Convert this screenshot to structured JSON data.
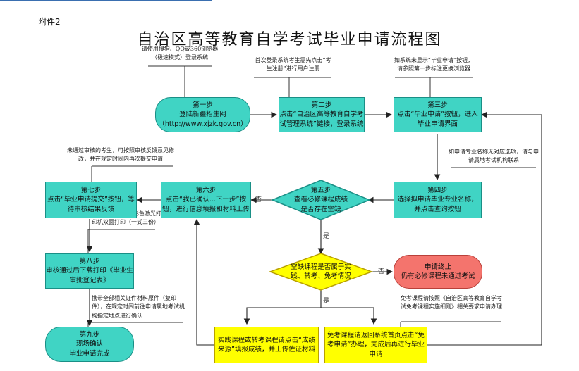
{
  "attachment_label": "附件2",
  "title": "自治区高等教育自学考试毕业申请流程图",
  "steps": {
    "step1": {
      "name": "第一步",
      "text": "登陆新疆招生网",
      "url": "（http://www.xjzk.gov.cn）"
    },
    "step2": {
      "name": "第二步",
      "text": "点击“自治区高等教育自学考试管理系统”链接，登录系统"
    },
    "step3": {
      "name": "第三步",
      "text": "点击“毕业申请”按钮，进入毕业申请界面"
    },
    "step4": {
      "name": "第四步",
      "text": "选择拟申请毕业专业名称，并点击查询按钮"
    },
    "step5": {
      "name": "第五步",
      "text": "查看必修课程成绩是否存在空缺"
    },
    "step6": {
      "name": "第六步",
      "text": "点击“我已确认...下一步”按钮，进行信息填报和材料上传"
    },
    "step7": {
      "name": "第七步",
      "text": "点击“毕业申请提交”按钮，等待审核结果反馈"
    },
    "step8": {
      "name": "第八步",
      "text": "审核通过后下载打印《毕业生审批登记表》"
    },
    "step9": {
      "name": "第九步",
      "text": "现场确认",
      "text2": "毕业申请完成"
    }
  },
  "decision2": {
    "text": "空缺课程是否属于实践、转考、免考情况"
  },
  "terminate": {
    "text": "申请终止",
    "text2": "仍有必修课程未通过考试"
  },
  "yellow_left": {
    "text": "实践课程或转考课程请点击“成绩来源”填报成绩，并上传佐证材料"
  },
  "yellow_right": {
    "text": "免考课程请返回系统首页点击“免考申请”办理，完成后再进行毕业申请"
  },
  "notes": {
    "n1": "请使用搜狗、QQ或360浏览器（极速模式）登录系统",
    "n2": "首次登录系统考生需先点击“考生注册”进行用户注册",
    "n3": "如系统未显示“毕业申请”按钮，请参照第一步标注更换浏览器",
    "n4": "如申请专业名称无对应选项，请与申请属地考试机构联系",
    "n5": "未通过审核的考生，可按照审核反馈意见修改，并在规定时间内再次提交申请",
    "n6": "必须使用A3幅面彩色激光打印机双面打印（一式三份）",
    "n7": "携带全部相关证件材料原件（复印件），在规定时间前往申请属地考试机构指定地点进行确认",
    "n8": "免考课程请按照《自治区高等教育自学考试免考课程实施细则》相关要求申请办理"
  },
  "labels": {
    "no1": "否",
    "yes1": "是",
    "no2": "否",
    "yes2": "是"
  },
  "colors": {
    "teal": "#40d4c4",
    "yellow": "#ffff00",
    "red": "#f4746d"
  }
}
